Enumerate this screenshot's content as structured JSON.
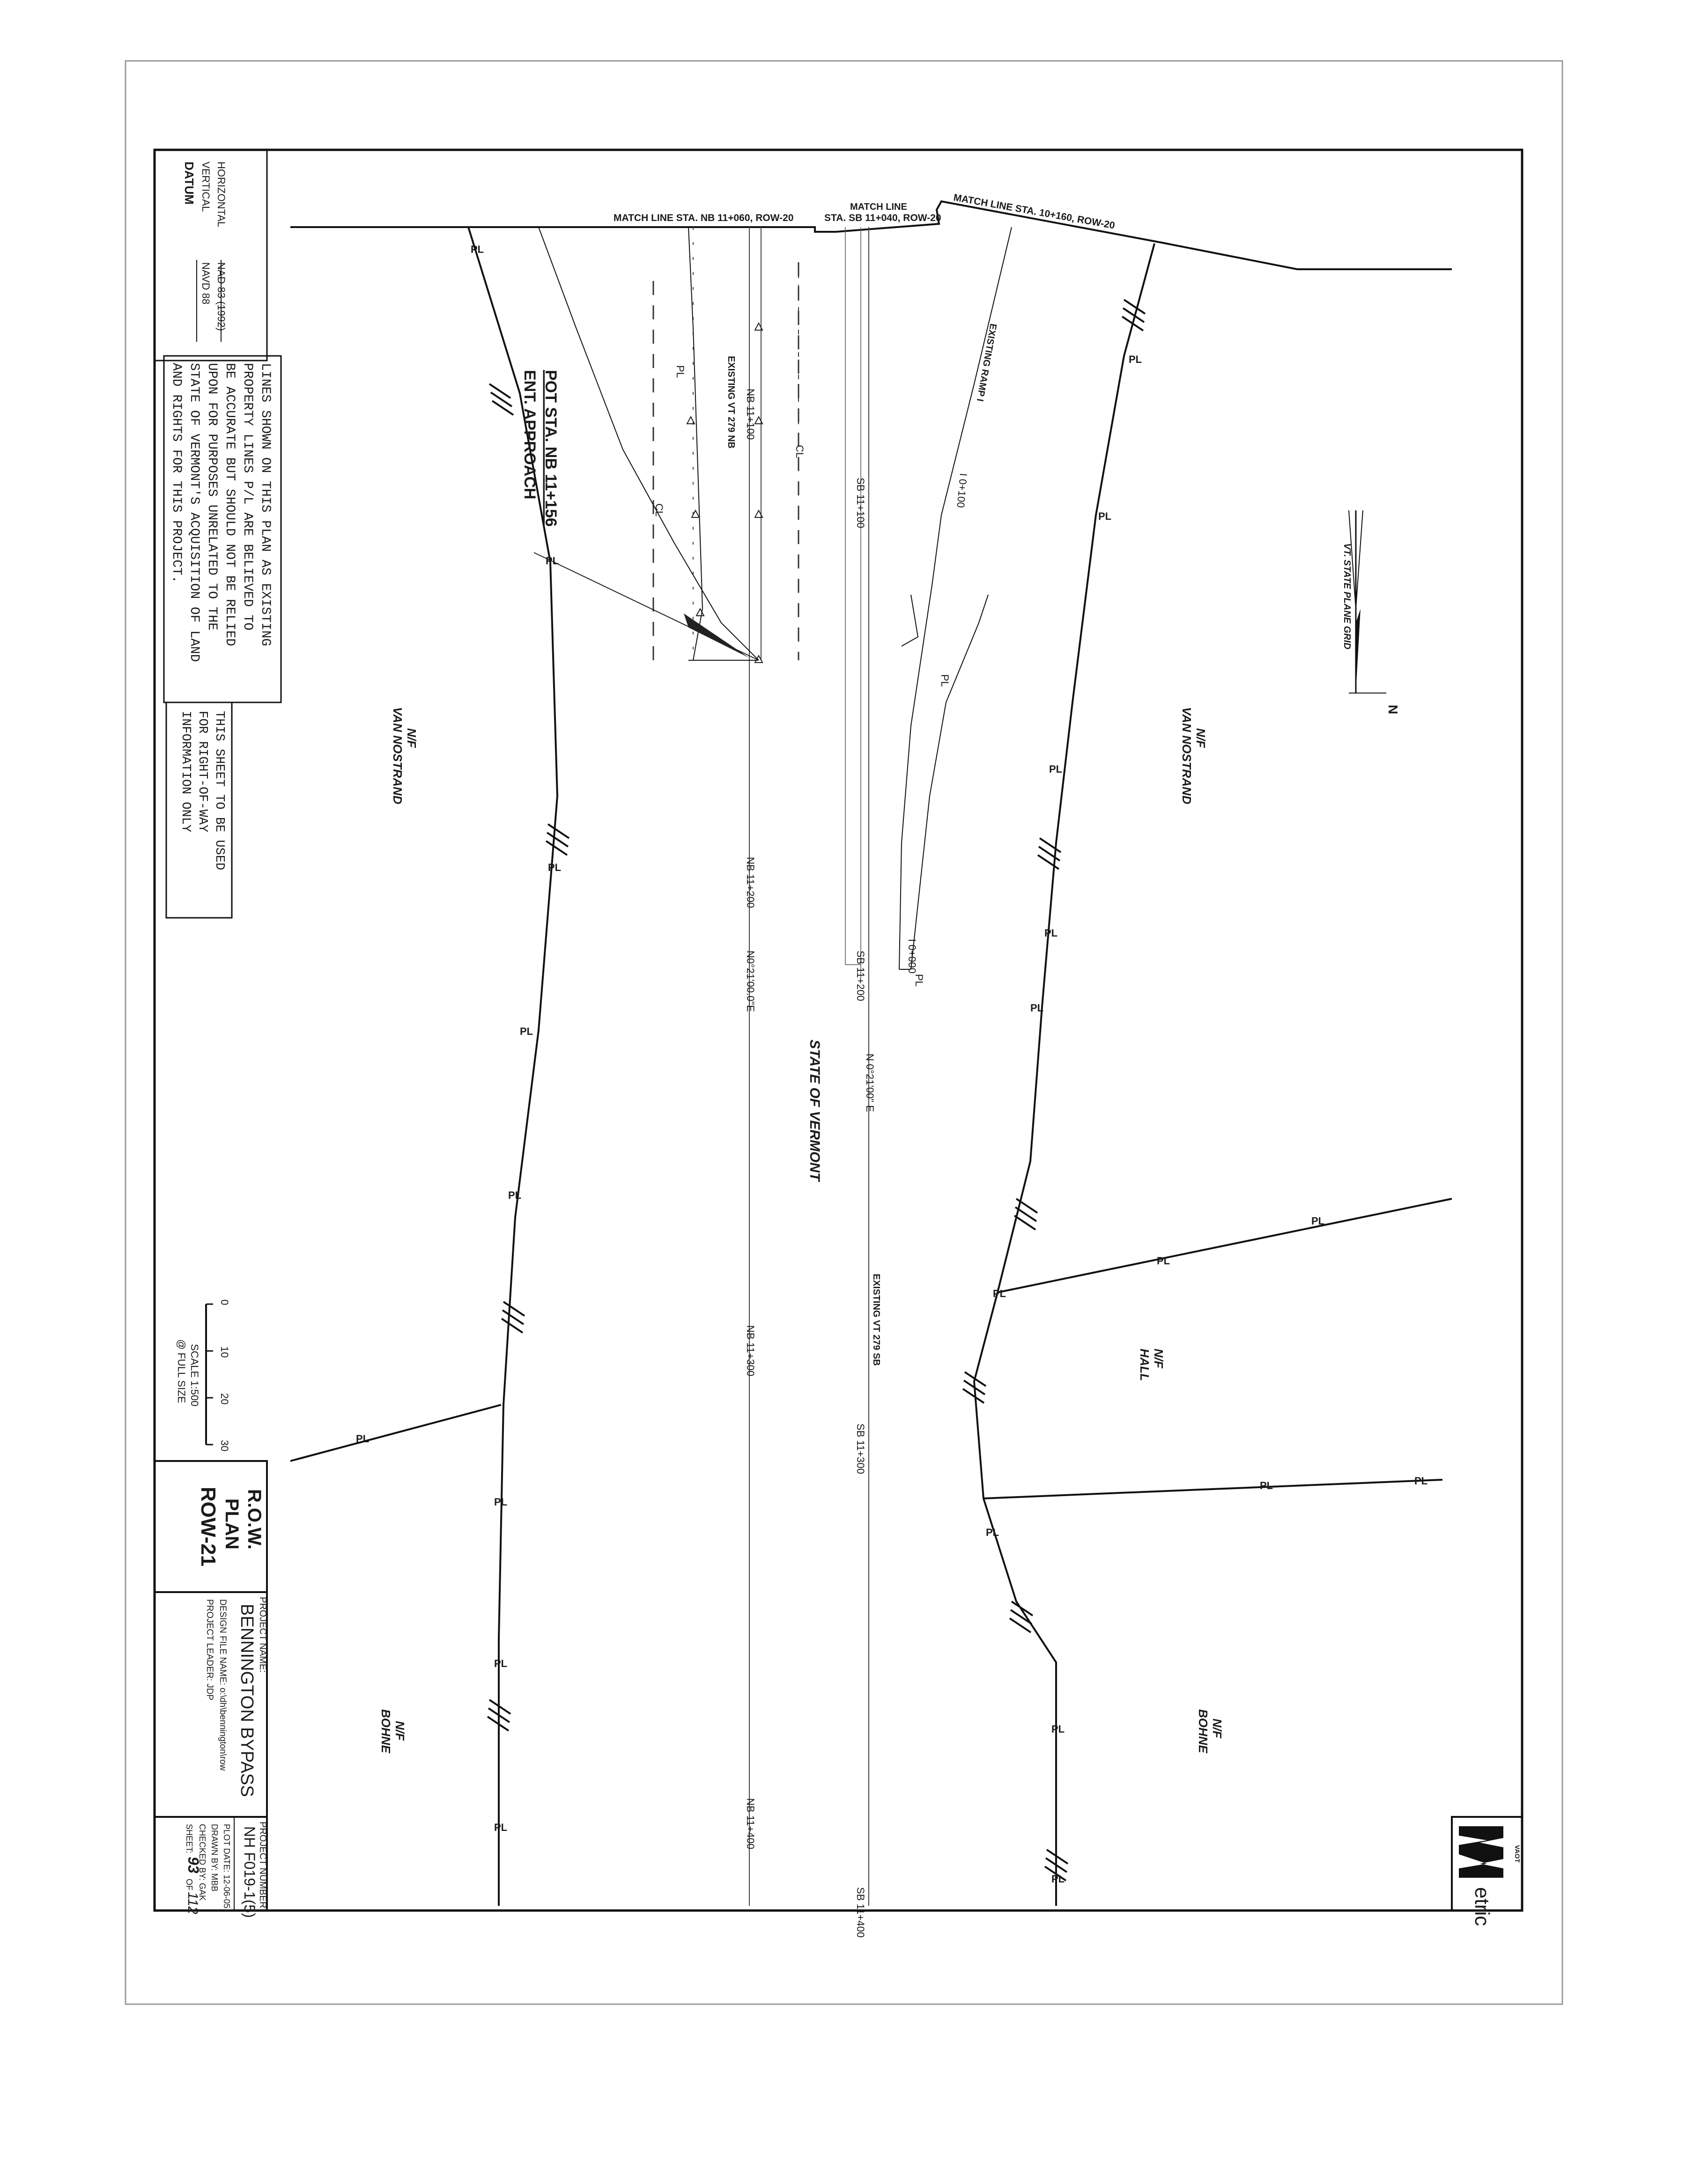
{
  "datum": {
    "title": "DATUM",
    "vertical_label": "VERTICAL",
    "vertical_value": "NAVD 88",
    "horizontal_label": "HORIZONTAL",
    "horizontal_value": "NAD 83 (1992)"
  },
  "notes": {
    "property_lines": [
      "LINES SHOWN ON THIS PLAN AS EXISTING",
      "PROPERTY LINES P/L ARE BELIEVED TO",
      "BE ACCURATE BUT SHOULD NOT BE RELIED",
      "UPON FOR PURPOSES UNRELATED TO THE",
      "STATE OF VERMONT'S ACQUISITION OF LAND",
      "AND RIGHTS FOR THIS PROJECT."
    ],
    "row_only": [
      "THIS SHEET TO BE USED",
      "FOR RIGHT-OF-WAY",
      "INFORMATION ONLY"
    ]
  },
  "match_lines": {
    "nb": "MATCH LINE STA. NB 11+060, ROW-20",
    "sb_line1": "MATCH LINE",
    "sb_line2": "STA. SB 11+040, ROW-20",
    "ramp": "MATCH LINE STA. 10+160, ROW-20"
  },
  "labels": {
    "pot": "POT STA. NB 11+156",
    "ent_approach": "ENT. APPROACH",
    "existing_nb": "EXISTING VT 279 NB",
    "existing_sb": "EXISTING VT 279 SB",
    "existing_ramp": "EXISTING RAMP I",
    "state_plane": "VT. STATE PLANE GRID",
    "north": "N",
    "state_of_vermont": "STATE OF VERMONT",
    "bearing_nb": "N0°21'00.0\"E",
    "bearing_sb": "N 0°21'00\" E",
    "cl": "CL",
    "pl": "PL",
    "stations": {
      "nb_100": "NB 11+100",
      "nb_200": "NB 11+200",
      "nb_300": "NB 11+300",
      "nb_400": "NB 11+400",
      "sb_100": "SB 11+100",
      "sb_200": "SB 11+200",
      "sb_300": "SB 11+300",
      "sb_400": "SB 11+400",
      "ramp_100": "I 0+100",
      "ramp_000": "I 0+000"
    },
    "owners": {
      "nf": "N/F",
      "van_nostrand": "VAN NOSTRAND",
      "hall": "HALL",
      "bohne": "BOHNE"
    }
  },
  "scale": {
    "ticks": [
      "0",
      "10",
      "20",
      "30"
    ],
    "label": "SCALE 1:500",
    "sub": "@ FULL SIZE"
  },
  "title_block": {
    "sheet_title_1": "R.O.W.",
    "sheet_title_2": "PLAN",
    "sheet_id": "ROW-21",
    "project_name_label": "PROJECT NAME:",
    "project_name": "BENNINGTON BYPASS",
    "design_file": "DESIGN FILE NAME: o:\\dh\\bennington\\row",
    "project_leader": "PROJECT LEADER: JDP",
    "project_number_label": "PROJECT NUMBER:",
    "project_number": "NH F019-1(5)",
    "plot_date": "PLOT DATE: 12-06-05",
    "drawn_by": "DRAWN BY: MBB",
    "checked_by": "CHECKED BY: GAK",
    "sheet_prefix": "SHEET:",
    "sheet_number": "93",
    "sheet_of": "OF",
    "sheet_total": "112"
  },
  "logo": {
    "agency": "VAOT",
    "word": "etric"
  }
}
